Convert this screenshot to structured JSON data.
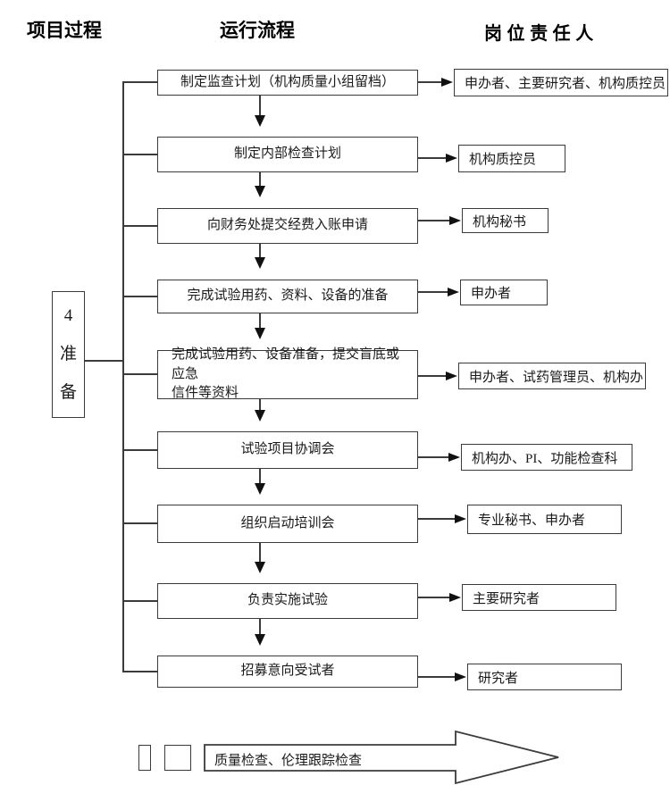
{
  "headers": {
    "left": "项目过程",
    "center": "运行流程",
    "right": "岗 位 责 任 人"
  },
  "stage": {
    "chars": [
      "4",
      "准",
      "备"
    ]
  },
  "rows": [
    {
      "process_lines": [
        "制定监查计划（机构质量小组留档）"
      ],
      "responsible": "申办者、主要研究者、机构质控员"
    },
    {
      "process_lines": [
        "制定内部检查计划"
      ],
      "responsible": "机构质控员"
    },
    {
      "process_lines": [
        "向财务处提交经费入账申请"
      ],
      "responsible": "机构秘书"
    },
    {
      "process_lines": [
        "完成试验用药、资料、设备的准备"
      ],
      "responsible": "申办者"
    },
    {
      "process_lines": [
        "完成试验用药、设备准备，提交盲底或应急",
        "信件等资料"
      ],
      "responsible": "申办者、试药管理员、机构办"
    },
    {
      "process_lines": [
        "试验项目协调会"
      ],
      "responsible": "机构办、PI、功能检查科"
    },
    {
      "process_lines": [
        "组织启动培训会"
      ],
      "responsible": "专业秘书、申办者"
    },
    {
      "process_lines": [
        "负责实施试验"
      ],
      "responsible": "主要研究者"
    },
    {
      "process_lines": [
        "招募意向受试者"
      ],
      "responsible": "研究者"
    }
  ],
  "banner": {
    "label": "质量检查、伦理跟踪检查"
  },
  "colors": {
    "line": "#3b3b3b",
    "text": "#1a1a1a",
    "background": "#ffffff"
  }
}
